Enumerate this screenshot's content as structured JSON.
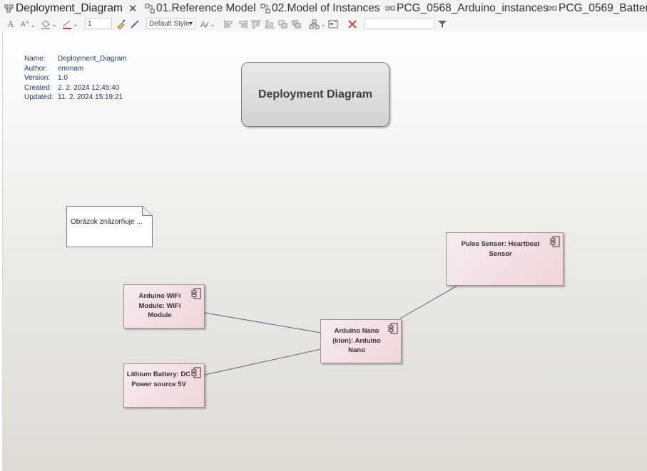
{
  "tabs": [
    {
      "label": "Deployment_Diagram",
      "active": true
    },
    {
      "label": "01.Reference Model"
    },
    {
      "label": "02.Model of Instances"
    },
    {
      "label": "PCG_0568_Arduino_instances"
    },
    {
      "label": "PCG_0569_Batter"
    }
  ],
  "toolbar": {
    "line_width_value": "1",
    "style_value": "Default Style",
    "search_value": ""
  },
  "diagram": {
    "meta": [
      {
        "key": "Name:",
        "value": "Deployment_Diagram"
      },
      {
        "key": "Author:",
        "value": "emmam"
      },
      {
        "key": "Version:",
        "value": "1.0"
      },
      {
        "key": "Created:",
        "value": "2. 2. 2024 12:45:40"
      },
      {
        "key": "Updated:",
        "value": "11. 2. 2024 15:19:21"
      }
    ],
    "title": "Deployment Diagram",
    "note": "Obrázok znázorňuje ...",
    "components": [
      {
        "label": "Pulse Sensor: Heartbeat Sensor"
      },
      {
        "label": "Arduino WiFi Module: WiFi Module"
      },
      {
        "label": "Arduino Nano (klon): Arduino Nano"
      },
      {
        "label": "Lithium Battery: DC Power source 5V"
      }
    ]
  },
  "colors": {
    "component_border": "#a38b92",
    "connector": "#5a6478",
    "meta_text": "#1f3a6e"
  }
}
